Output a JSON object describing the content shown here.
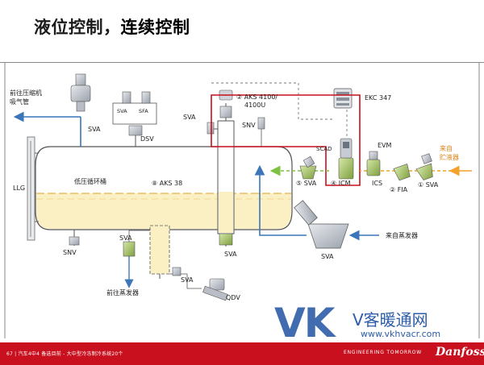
{
  "title": {
    "main": "液位控制，",
    "accent": "连续控制"
  },
  "labels": {
    "to_compressor": "前往压缩机",
    "suction_line": "吸气管",
    "sva_top_left": "SVA",
    "sva_box1": "SVA",
    "sfa_box": "SFA",
    "dsv": "DSV",
    "sva_top_mid": "SVA",
    "aks4100": "② AKS 4100/",
    "aks4100u": "4100U",
    "snv_top": "SNV",
    "ekc347": "EKC 347",
    "sc_label": "SCAD",
    "evm": "EVM",
    "from_receiver1": "来自",
    "from_receiver2": "贮液器",
    "llg": "LLG",
    "separator": "低压循环桶",
    "aks38": "⑧ AKS 38",
    "sva5": "⑤ SVA",
    "icm": "④ ICM",
    "ics": "ICS",
    "fia": "② FIA",
    "sva1": "① SVA",
    "sva_right": "SVA",
    "from_evap": "来自蒸发器",
    "snv_bottom": "SNV",
    "sva_pump": "SVA",
    "sva_bottom": "SVA",
    "sva_bot_mid": "SVA",
    "to_evap": "前往蒸发器",
    "qdv": "QDV"
  },
  "footer": {
    "left": "67 | 汽车4中4 备选目前 - 大中型冷冻制冷系统20个",
    "right": "ENGINEERING TOMORROW",
    "brand": "Danfoss"
  },
  "watermark": {
    "vk": "VK",
    "cn": "V客暖通网",
    "url": "www.vkhvacr.com"
  },
  "colors": {
    "pipe_blue": "#3a76b8",
    "pipe_green": "#7dc242",
    "pipe_orange": "#f3a22b",
    "control_red": "#c8101e",
    "liquid_fill": "#fbf0c4",
    "footer": "#c8101e"
  }
}
